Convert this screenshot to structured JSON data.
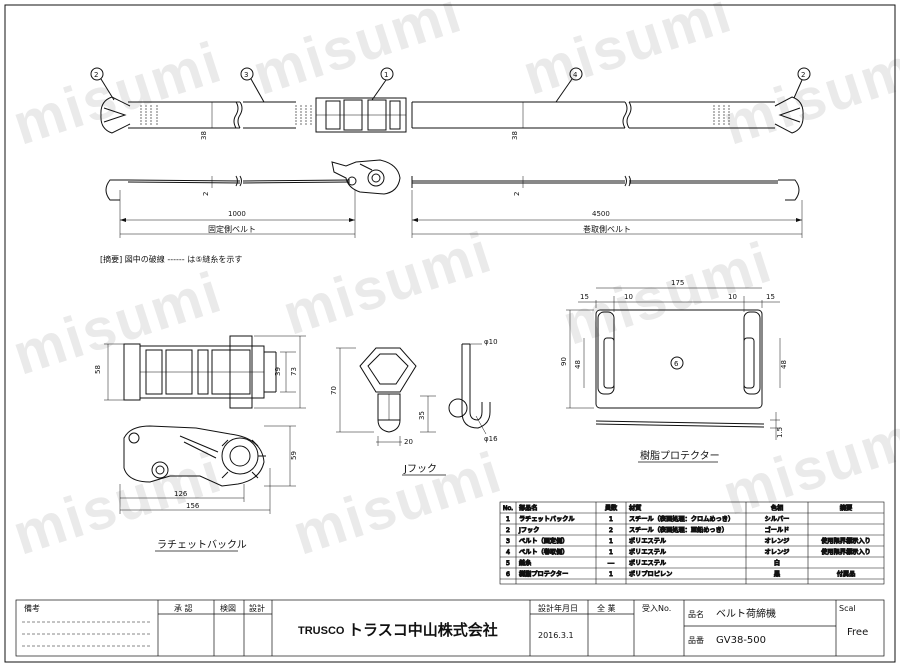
{
  "watermark": "misumi",
  "top_view": {
    "balloons": [
      "2",
      "3",
      "1",
      "4",
      "2"
    ],
    "width_38": "38",
    "thickness_2": "2",
    "length_fixed": "1000",
    "length_wind": "4500",
    "fixed_label": "固定側ベルト",
    "wind_label": "巻取側ベルト"
  },
  "note": "[摘要]  図中の破線 ------ は⑤縫糸を示す",
  "ratchet": {
    "dims": [
      "58",
      "39",
      "73",
      "59",
      "126",
      "156"
    ],
    "caption": "ラチェットバックル"
  },
  "hook": {
    "dims": [
      "70",
      "35",
      "20",
      "φ10",
      "φ16"
    ],
    "caption": "Jフック"
  },
  "protector": {
    "dims": [
      "175",
      "15",
      "10",
      "10",
      "15",
      "90",
      "48",
      "48",
      "1.5"
    ],
    "balloon": "6",
    "caption": "樹脂プロテクター"
  },
  "parts_table": {
    "headers": [
      "No.",
      "部品名",
      "員数",
      "材質",
      "色相",
      "摘要"
    ],
    "rows": [
      [
        "1",
        "ラチェットバックル",
        "1",
        "スチール（表面処理：クロムめっき）",
        "シルバー",
        ""
      ],
      [
        "2",
        "Jフック",
        "2",
        "スチール（表面処理：亜鉛めっき）",
        "ゴールド",
        ""
      ],
      [
        "3",
        "ベルト（固定側）",
        "1",
        "ポリエステル",
        "オレンジ",
        "使用限界標示入り"
      ],
      [
        "4",
        "ベルト（巻取側）",
        "1",
        "ポリエステル",
        "オレンジ",
        "使用限界標示入り"
      ],
      [
        "5",
        "縫糸",
        "―",
        "ポリエステル",
        "白",
        ""
      ],
      [
        "6",
        "樹脂プロテクター",
        "1",
        "ポリプロピレン",
        "黒",
        "付属品"
      ]
    ]
  },
  "title_block": {
    "remarks": "備考",
    "approval": "承 認",
    "check": "検図",
    "design": "設計",
    "brand": "TRUSCO",
    "company": "トラスコ中山株式会社",
    "design_date_label": "設計年月日",
    "design_date": "2016.3.1",
    "revision": "全 業",
    "order_no": "受入No.",
    "name_label": "品名",
    "name": "ベルト荷締機",
    "code_label": "品番",
    "code": "GV38-500",
    "scale_label": "Scal",
    "scale": "Free"
  }
}
